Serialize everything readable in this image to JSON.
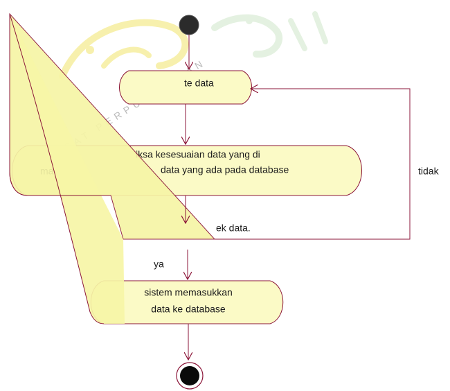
{
  "diagram": {
    "nodes": {
      "start": {
        "type": "initial"
      },
      "a1": {
        "type": "activity",
        "lines": [
          "te data"
        ]
      },
      "a2": {
        "type": "activity",
        "lines": [
          "iksa kesesuaian data yang di",
          "data yang ada pada database"
        ]
      },
      "a3": {
        "type": "activity",
        "lines": [
          "sistem memasukkan",
          "data ke database"
        ]
      },
      "end": {
        "type": "final"
      }
    },
    "fragments": {
      "left_label": "ma",
      "decision_label": "ek data."
    },
    "edges": [
      {
        "from": "start",
        "to": "a1",
        "label": ""
      },
      {
        "from": "a1",
        "to": "a2",
        "label": ""
      },
      {
        "from": "a2",
        "to": "decision",
        "label": ""
      },
      {
        "from": "decision",
        "to": "a1",
        "label": "tidak"
      },
      {
        "from": "decision",
        "to": "a3",
        "label": "ya"
      },
      {
        "from": "a3",
        "to": "end",
        "label": ""
      }
    ],
    "colors": {
      "activity_fill": "#fbfac6",
      "stroke": "#8b1538",
      "node_fill": "#2b2b2b",
      "overlay_fill": "#f6f5a6",
      "watermark": "#cfe7c9"
    }
  }
}
